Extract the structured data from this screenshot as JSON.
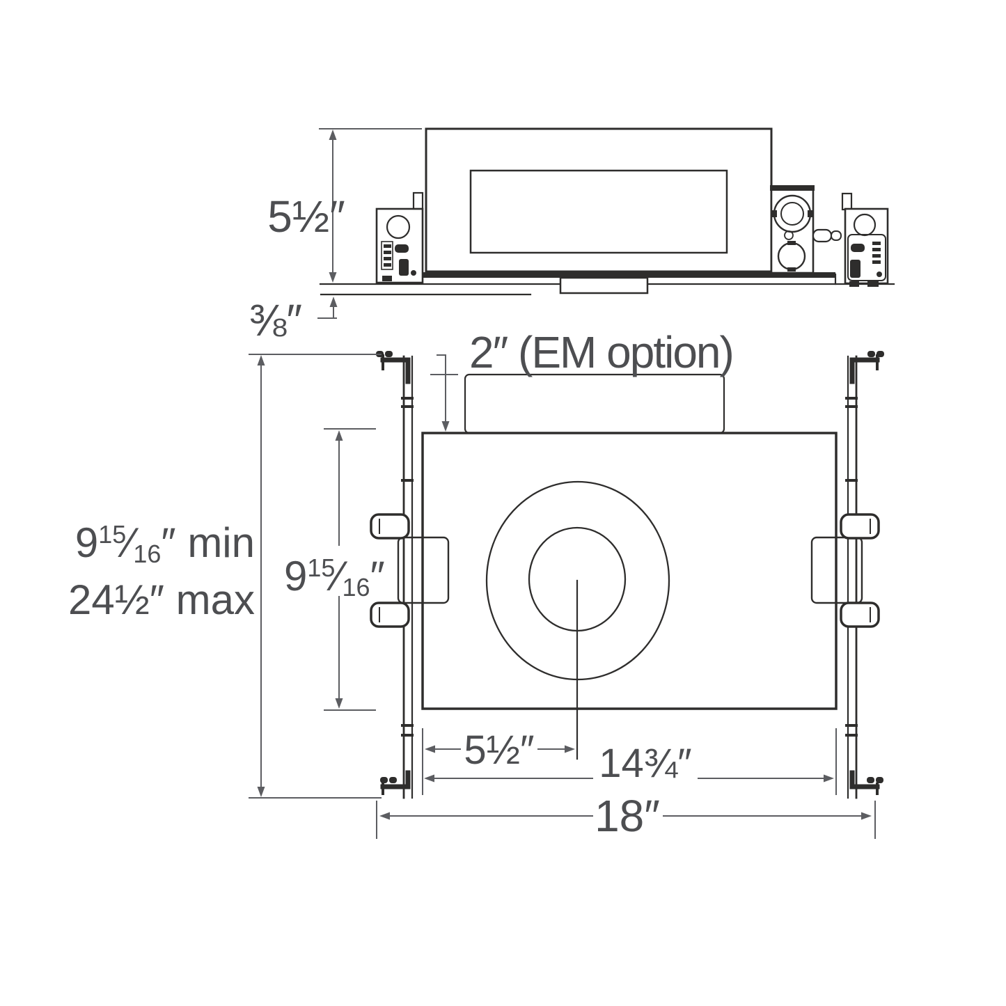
{
  "colors": {
    "background": "#ffffff",
    "object_line": "#2e2d2c",
    "dimension_line": "#5c5d61",
    "text": "#4d4e51"
  },
  "side_view": {
    "height_label": "5½″",
    "ceiling_thickness_label": "⅜″"
  },
  "plan_view": {
    "em_label": "2″ (EM option)",
    "hanger_min_label": {
      "whole": "9",
      "numerator": "15",
      "slash": "⁄",
      "denominator": "16",
      "suffix": "″ min"
    },
    "hanger_max_label": "24½″ max",
    "housing_depth_label": {
      "whole": "9",
      "numerator": "15",
      "slash": "⁄",
      "denominator": "16",
      "suffix": "″"
    },
    "center_offset_label": "5½″",
    "housing_width_label": "14¾″",
    "overall_width_label": "18″"
  }
}
